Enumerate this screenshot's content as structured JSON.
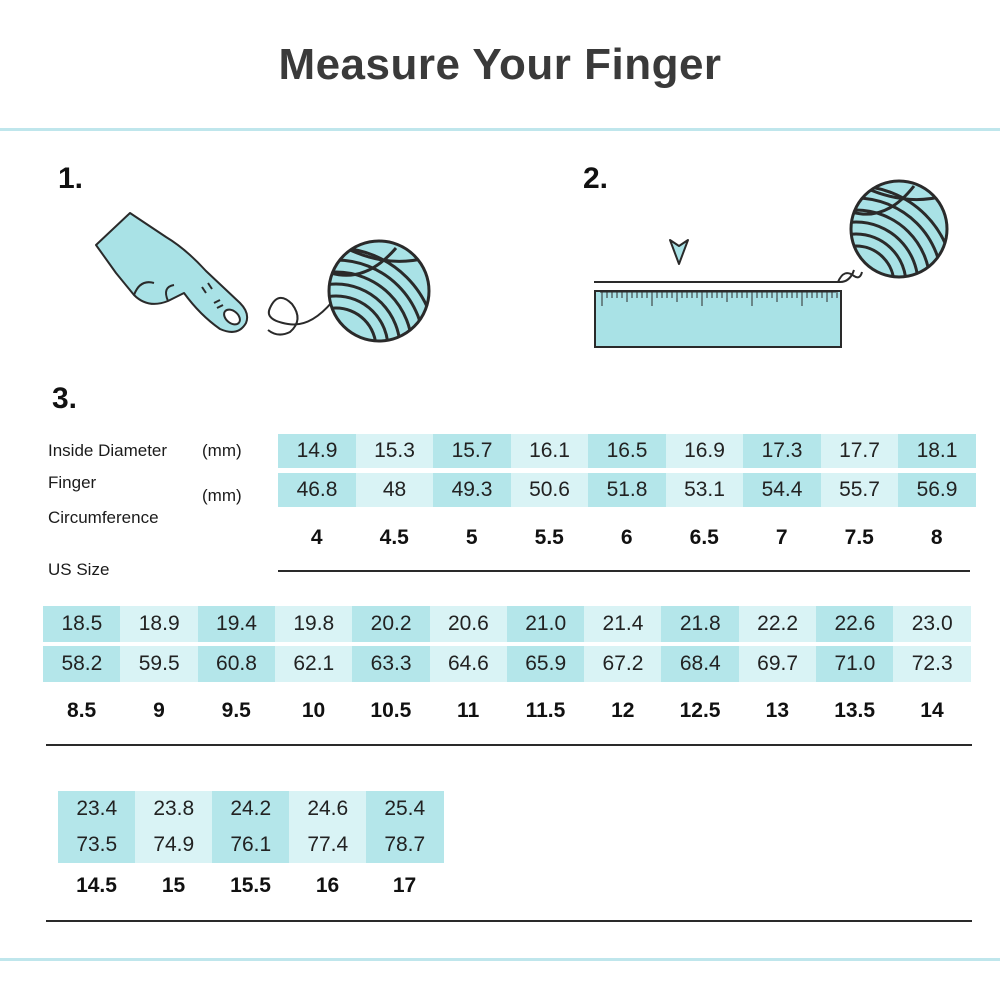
{
  "title": "Measure Your Finger",
  "steps": [
    "1.",
    "2.",
    "3."
  ],
  "labels": {
    "inside_diameter": "Inside Diameter",
    "diameter_unit": "(mm)",
    "finger": "Finger",
    "circumference": "Circumference",
    "circumference_unit": "(mm)",
    "us_size": "US Size"
  },
  "colors": {
    "accent": "#bfe6ec",
    "cell_dark": "#b4e6ea",
    "cell_light": "#d9f3f5",
    "illustration_fill": "#a9e2e6",
    "line": "#2a2a2a"
  },
  "icons": [
    "hand-pointing-icon",
    "yarn-ball-icon",
    "ruler-icon",
    "arrow-marker-icon"
  ],
  "rows": [
    {
      "diameter": [
        "14.9",
        "15.3",
        "15.7",
        "16.1",
        "16.5",
        "16.9",
        "17.3",
        "17.7",
        "18.1"
      ],
      "circumference": [
        "46.8",
        "48",
        "49.3",
        "50.6",
        "51.8",
        "53.1",
        "54.4",
        "55.7",
        "56.9"
      ],
      "us_size": [
        "4",
        "4.5",
        "5",
        "5.5",
        "6",
        "6.5",
        "7",
        "7.5",
        "8"
      ]
    },
    {
      "diameter": [
        "18.5",
        "18.9",
        "19.4",
        "19.8",
        "20.2",
        "20.6",
        "21.0",
        "21.4",
        "21.8",
        "22.2",
        "22.6",
        "23.0"
      ],
      "circumference": [
        "58.2",
        "59.5",
        "60.8",
        "62.1",
        "63.3",
        "64.6",
        "65.9",
        "67.2",
        "68.4",
        "69.7",
        "71.0",
        "72.3"
      ],
      "us_size": [
        "8.5",
        "9",
        "9.5",
        "10",
        "10.5",
        "11",
        "11.5",
        "12",
        "12.5",
        "13",
        "13.5",
        "14"
      ]
    },
    {
      "diameter": [
        "23.4",
        "23.8",
        "24.2",
        "24.6",
        "25.4"
      ],
      "circumference": [
        "73.5",
        "74.9",
        "76.1",
        "77.4",
        "78.7"
      ],
      "us_size": [
        "14.5",
        "15",
        "15.5",
        "16",
        "17"
      ]
    }
  ]
}
